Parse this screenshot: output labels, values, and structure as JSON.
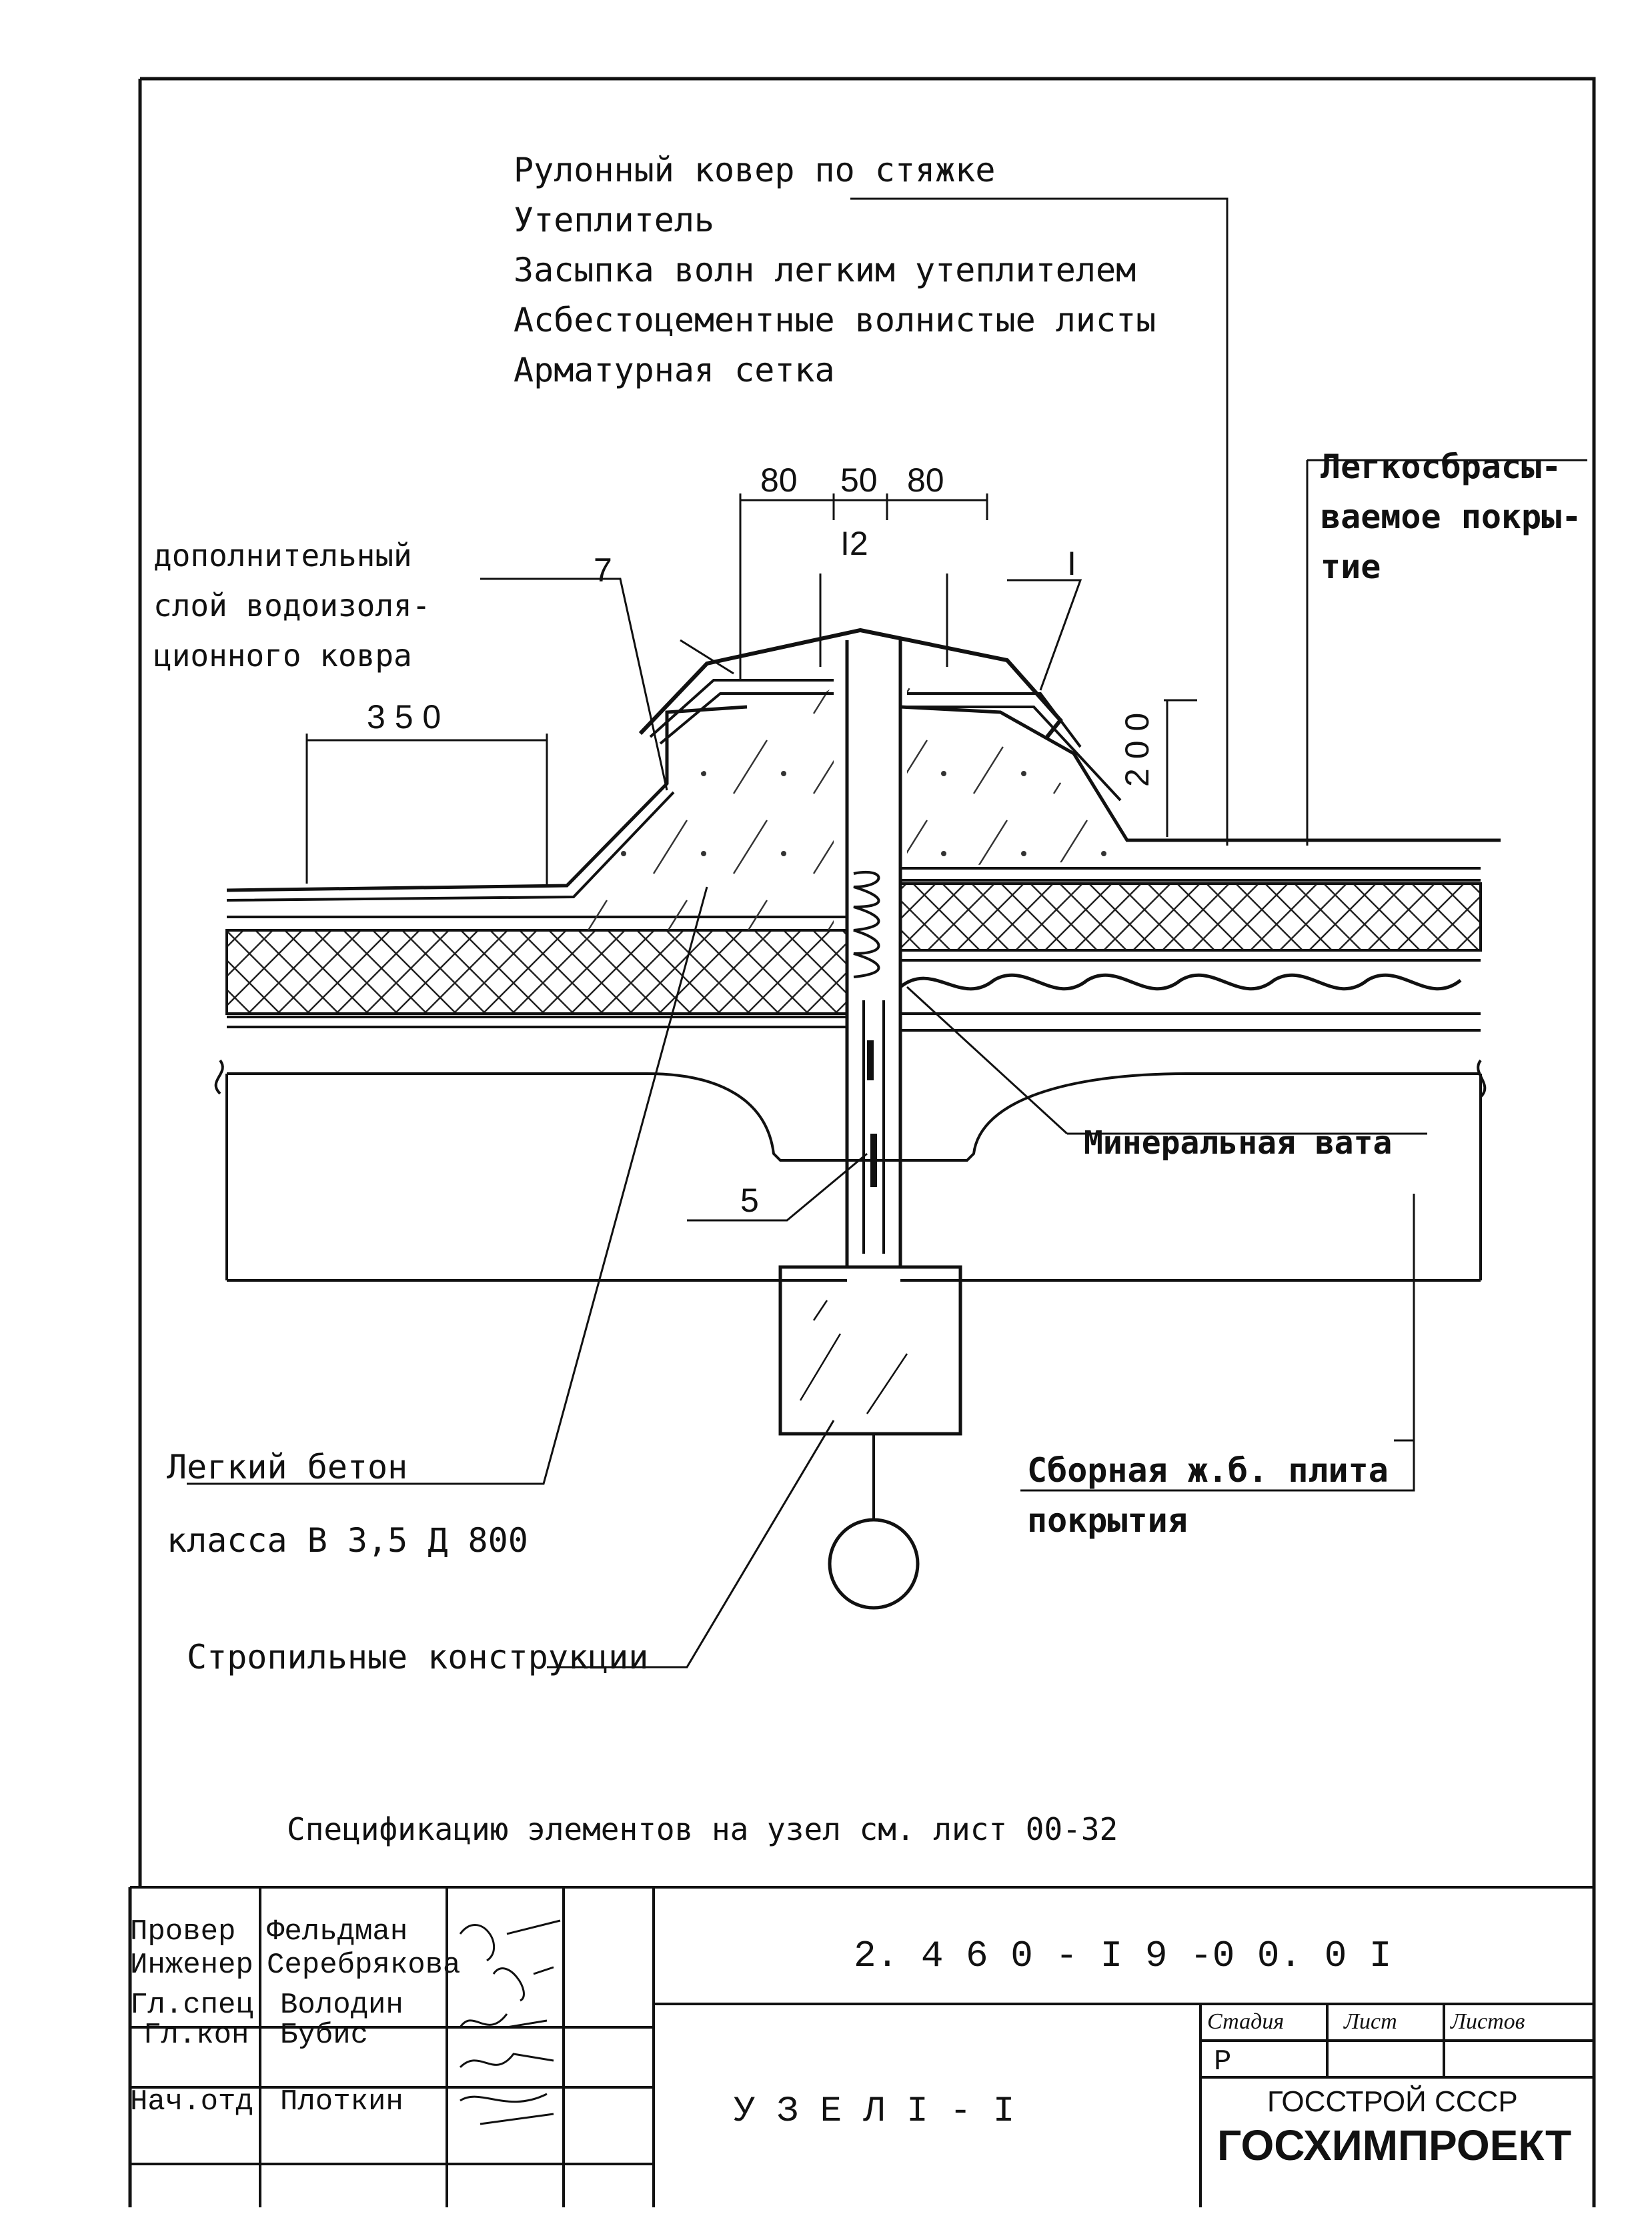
{
  "callouts": {
    "layer_1": "Рулонный ковер по стяжке",
    "layer_2": "Утеплитель",
    "layer_3": "Засыпка волн легким утеплителем",
    "layer_4": "Асбестоцементные волнистые листы",
    "layer_5": "Арматурная сетка",
    "extra_layer_1": "дополнительный",
    "extra_layer_2": "слой водоизоля-",
    "extra_layer_3": "ционного ковра",
    "blowout_1": "Легкосбрасы-",
    "blowout_2": "ваемое покры-",
    "blowout_3": "тие",
    "mineral_wool": "Минеральная вата",
    "light_concrete_1": "Легкий бетон",
    "light_concrete_2": "класса В 3,5 Д 800",
    "precast_slab_1": "Сборная ж.б. плита",
    "precast_slab_2": "покрытия",
    "rafters": "Стропильные конструкции"
  },
  "dimensions": {
    "d80_left": "80",
    "d50": "50",
    "d80_right": "80",
    "d12": "I2",
    "d350": "3 5 0",
    "d200": "2 0 0"
  },
  "markers": {
    "m7": "7",
    "mI": "I",
    "m5": "5"
  },
  "spec_note": "Спецификацию элементов на узел см. лист 00-32",
  "title_block": {
    "code": "2. 4 6 0 - I 9 -0 0. 0 I",
    "title": "У З Е Л  I - I",
    "rows": [
      {
        "role": "Провер",
        "name": "Фельдман"
      },
      {
        "role": "Инженер",
        "name": "Серебрякова"
      },
      {
        "role": "Гл.спец",
        "name": "Володин"
      },
      {
        "role": "Гл.кон",
        "name": "Бубис"
      },
      {
        "role": "Нач.отд",
        "name": "Плоткин"
      }
    ],
    "stage_header": "Стадия",
    "sheet_header": "Лист",
    "sheets_header": "Листов",
    "stage_value": "Р",
    "org_1": "ГОССТРОЙ СССР",
    "org_2": "ГОСХИМПРОЕКТ"
  }
}
